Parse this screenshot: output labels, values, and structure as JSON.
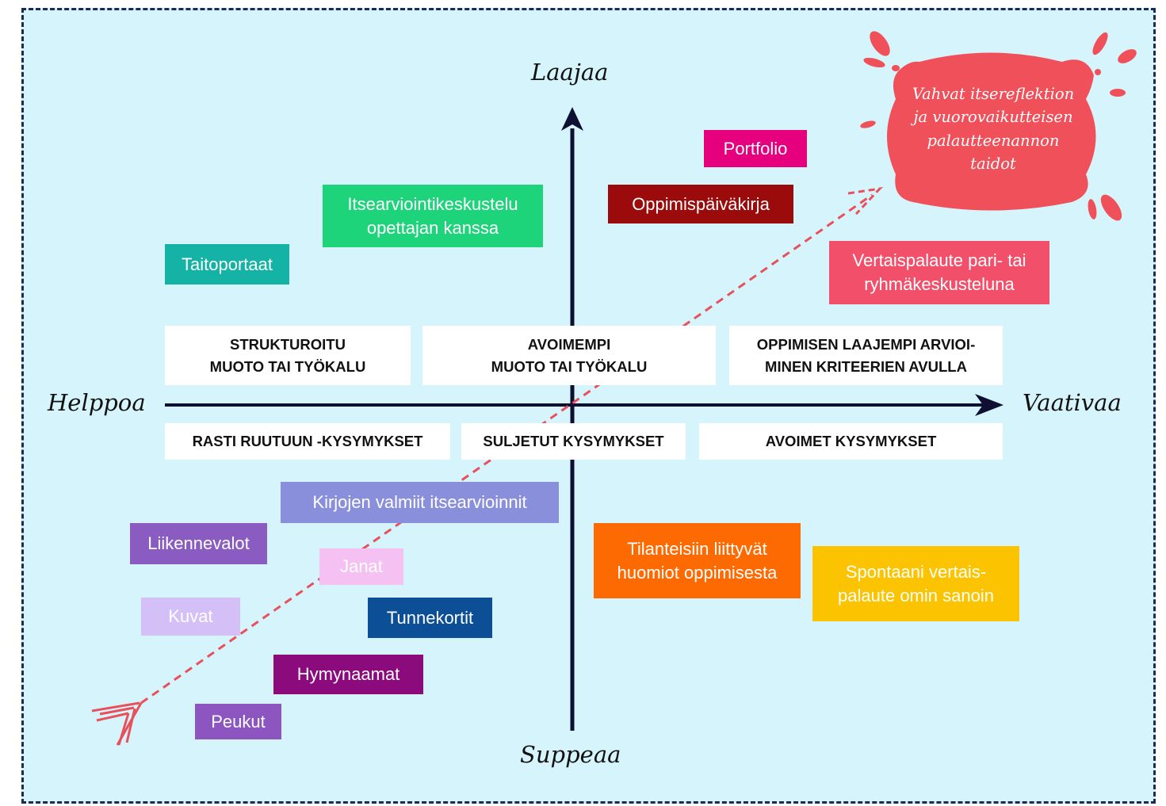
{
  "axes": {
    "top": "Laajaa",
    "bottom": "Suppeaa",
    "left": "Helppoa",
    "right": "Vaativaa"
  },
  "categories_upper": [
    "STRUKTUROITU\nMUOTO TAI TYÖKALU",
    "AVOIMEMPI\nMUOTO TAI TYÖKALU",
    "OPPIMISEN LAAJEMPI ARVIOI-\nMINEN KRITEERIEN AVULLA"
  ],
  "categories_lower": [
    "RASTI RUUTUUN -KYSYMYKSET",
    "SULJETUT KYSYMYKSET",
    "AVOIMET KYSYMYKSET"
  ],
  "items": {
    "portfolio": "Portfolio",
    "oppimispaivakirja": "Oppimispäiväkirja",
    "itsearviointikeskustelu": "Itsearviointikeskustelu\nopettajan kanssa",
    "taitoportaat": "Taitoportaat",
    "vertaispalaute": "Vertaispalaute pari- tai\nryhmäkeskusteluna",
    "kirjojen": "Kirjojen valmiit itsearvioinnit",
    "liikennevalot": "Liikennevalot",
    "janat": "Janat",
    "kuvat": "Kuvat",
    "tunnekortit": "Tunnekortit",
    "hymynaamat": "Hymynaamat",
    "peukut": "Peukut",
    "tilanteisiin": "Tilanteisiin liittyvät\nhuomiot oppimisesta",
    "spontaani": "Spontaani vertais-\npalaute omin sanoin"
  },
  "goal": "Vahvat itsereflektion\nja vuorovaikutteisen\npalautteenannon\ntaidot",
  "colors": {
    "background": "#d6f4fb",
    "axis": "#0d1033",
    "arrow": "#e8505b",
    "portfolio": "#e6007e",
    "oppimispaivakirja": "#9b0b0b",
    "itsearviointikeskustelu": "#1ed47a",
    "taitoportaat": "#14b3a5",
    "vertaispalaute": "#f2506a",
    "kirjojen": "#8a8fdc",
    "liikennevalot": "#8a5cc2",
    "janat": "#f5c0f2",
    "kuvat": "#d4c0f6",
    "tunnekortit": "#0c4f96",
    "hymynaamat": "#8b0a7c",
    "peukut": "#8c55c0",
    "tilanteisiin": "#fd6a02",
    "spontaani": "#fcc400",
    "goal": "#f0505a"
  }
}
